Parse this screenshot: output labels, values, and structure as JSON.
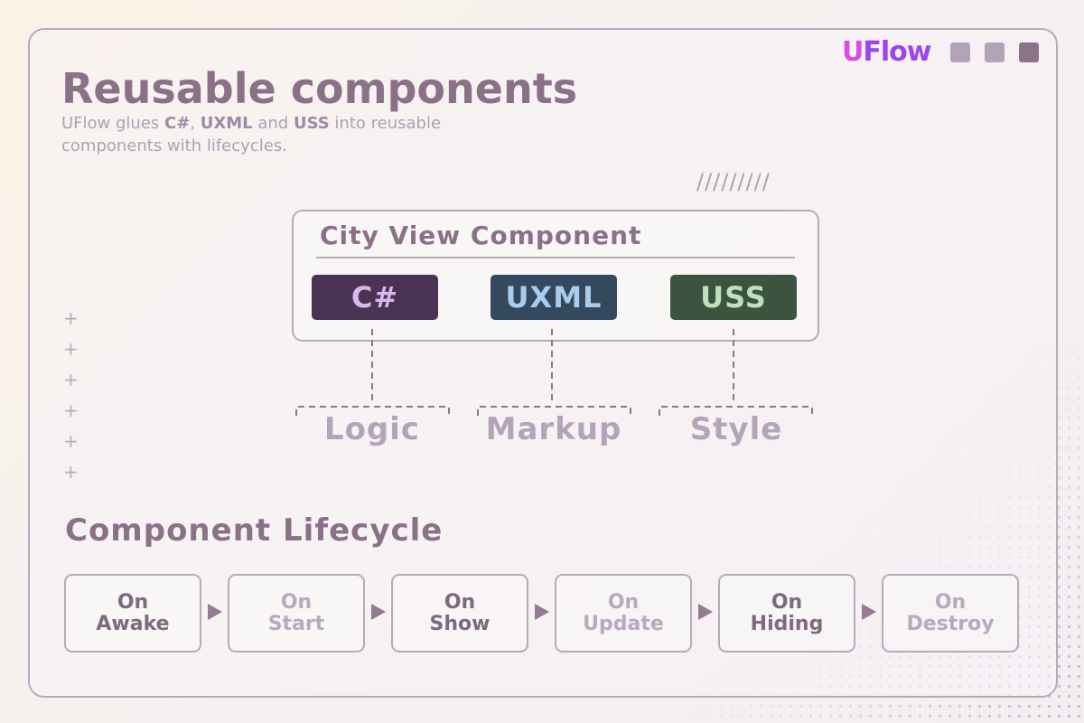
{
  "brand": {
    "logo_u": "U",
    "logo_flow": "Flow",
    "colors": {
      "u": "#d94ce0",
      "flow": "#9b45ee"
    },
    "window_controls": [
      {
        "name": "control-square-1",
        "color": "#b3a3b8"
      },
      {
        "name": "control-square-2",
        "color": "#b3a3b8"
      },
      {
        "name": "control-square-3",
        "color": "#8d7289"
      }
    ]
  },
  "header": {
    "title": "Reusable components",
    "subtitle_parts": [
      "UFlow glues ",
      "C#",
      ", ",
      "UXML",
      " and ",
      "USS",
      " into reusable components with lifecycles."
    ]
  },
  "decoration": {
    "hatch": "/////////",
    "plus_marks": [
      "+",
      "+",
      "+",
      "+",
      "+",
      "+"
    ]
  },
  "component": {
    "title": "City View Component",
    "parts": [
      {
        "chip": "C#",
        "role": "Logic",
        "color": "#4b3453"
      },
      {
        "chip": "UXML",
        "role": "Markup",
        "color": "#34485e"
      },
      {
        "chip": "USS",
        "role": "Style",
        "color": "#3b5440"
      }
    ]
  },
  "lifecycle": {
    "title": "Component Lifecycle",
    "steps": [
      {
        "line1": "On",
        "line2": "Awake",
        "emphasis": "dark"
      },
      {
        "line1": "On",
        "line2": "Start",
        "emphasis": "light"
      },
      {
        "line1": "On",
        "line2": "Show",
        "emphasis": "dark"
      },
      {
        "line1": "On",
        "line2": "Update",
        "emphasis": "light"
      },
      {
        "line1": "On",
        "line2": "Hiding",
        "emphasis": "dark"
      },
      {
        "line1": "On",
        "line2": "Destroy",
        "emphasis": "light"
      }
    ]
  }
}
